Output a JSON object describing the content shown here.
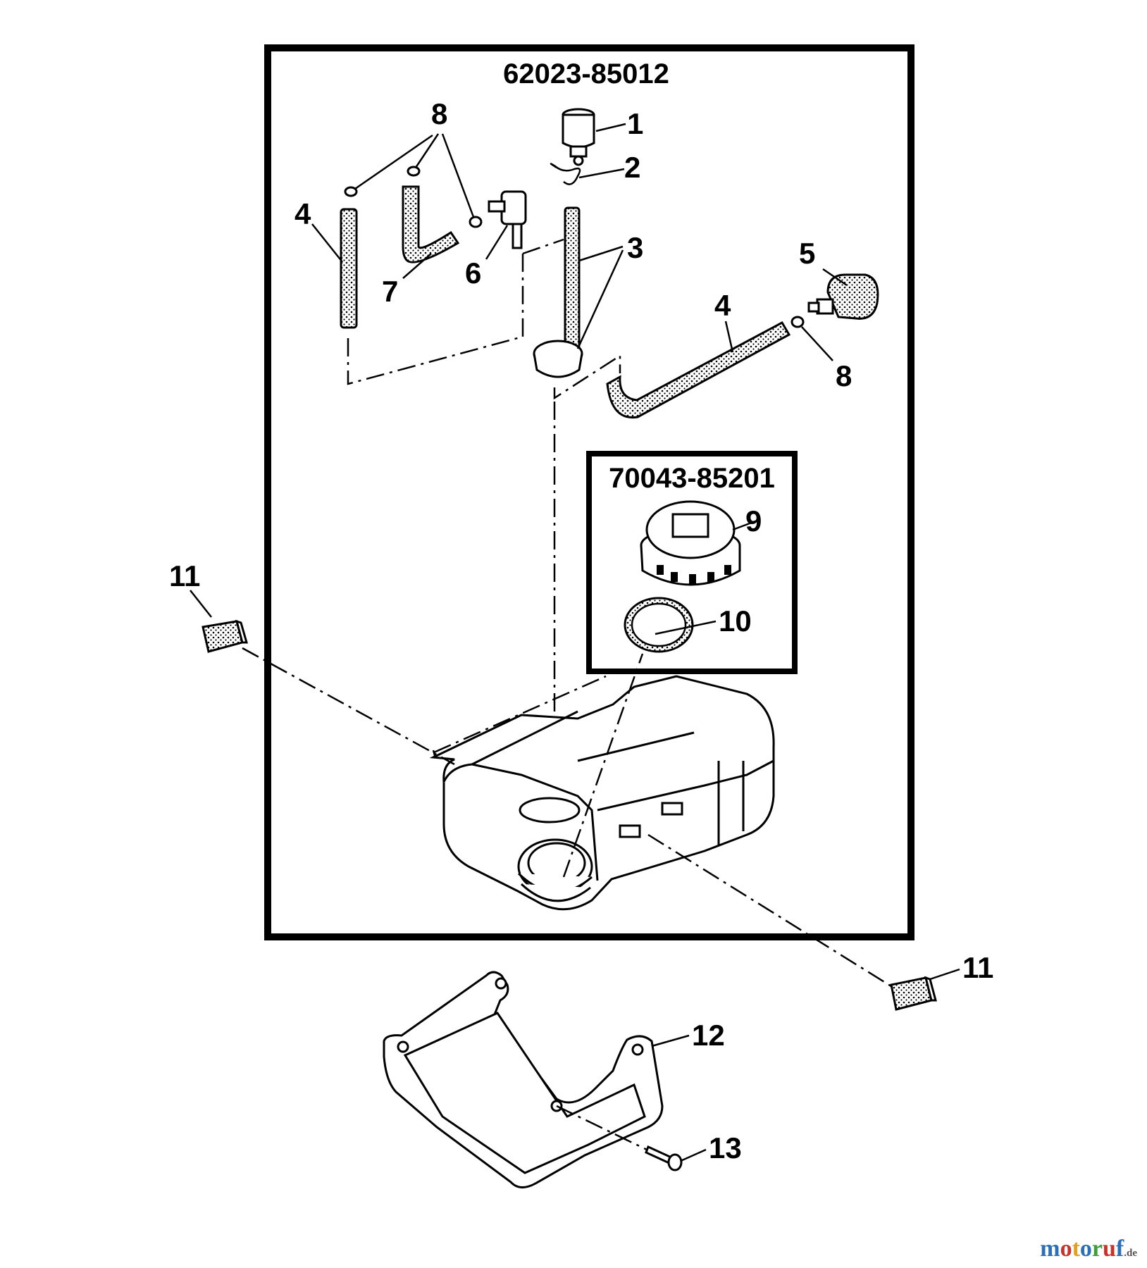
{
  "assemblies": {
    "main": "62023-85012",
    "cap": "70043-85201"
  },
  "callouts": {
    "c1": "1",
    "c2": "2",
    "c3": "3",
    "c4a": "4",
    "c4b": "4",
    "c5": "5",
    "c6": "6",
    "c7": "7",
    "c8a": "8",
    "c8b": "8",
    "c9": "9",
    "c10": "10",
    "c11a": "11",
    "c11b": "11",
    "c12": "12",
    "c13": "13"
  },
  "watermark": {
    "m1": "m",
    "o1": "o",
    "t": "t",
    "o2": "o",
    "r": "r",
    "u": "u",
    "f": "f",
    "tld": ".de",
    "colors": [
      "#2a6fb8",
      "#c9322b",
      "#e0a21a",
      "#2a6fb8",
      "#3e9b3e",
      "#c9322b",
      "#2a6fb8"
    ]
  }
}
